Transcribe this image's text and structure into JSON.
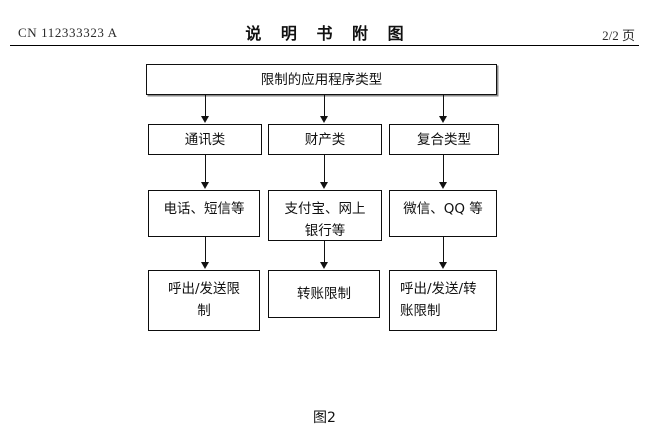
{
  "header": {
    "patent_number": "CN 112333323 A",
    "title": "说 明 书 附 图",
    "page_indicator": "2/2 页"
  },
  "figure": {
    "caption": "图2",
    "nodes": {
      "root": "限制的应用程序类型",
      "col1_type": "通讯类",
      "col2_type": "财产类",
      "col3_type": "复合类型",
      "col1_apps": "电话、短信等",
      "col2_apps": "支付宝、网上\n银行等",
      "col3_apps": "微信、QQ 等",
      "col1_limit": "呼出/发送限\n制",
      "col2_limit": "转账限制",
      "col3_limit": "呼出/发送/转\n账限制"
    }
  }
}
